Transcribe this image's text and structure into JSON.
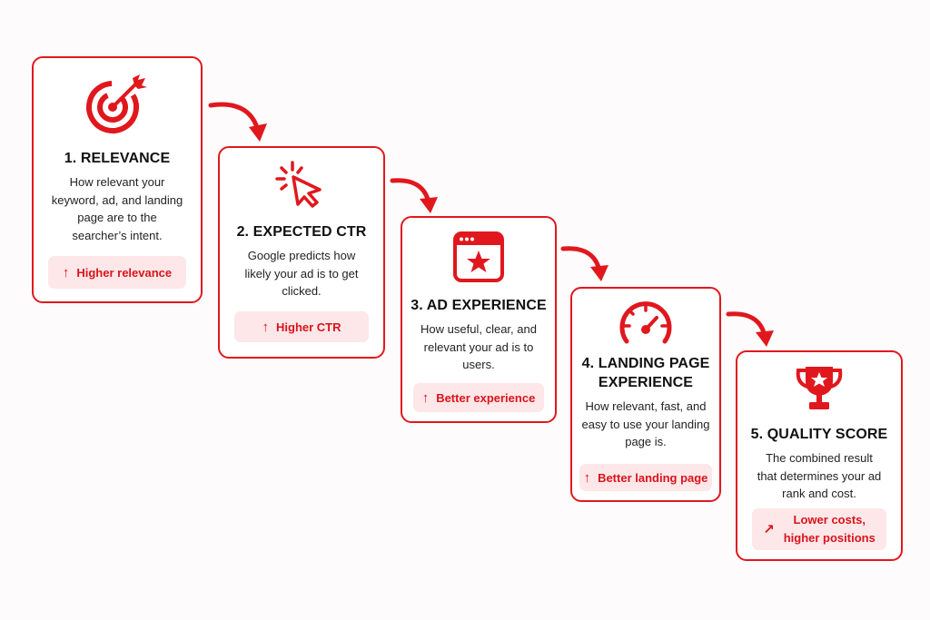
{
  "accent_color": "#e0181e",
  "badge_bg": "#fde7e8",
  "steps": [
    {
      "icon": "target-icon",
      "title": "1. RELEVANCE",
      "description": "How relevant your keyword, ad, and landing page are to the searcher’s intent.",
      "badge_icon": "arrow-up-icon",
      "badge": "Higher relevance"
    },
    {
      "icon": "cursor-click-icon",
      "title": "2. EXPECTED CTR",
      "description": "Google predicts how likely your ad is to get clicked.",
      "badge_icon": "arrow-up-icon",
      "badge": "Higher CTR"
    },
    {
      "icon": "browser-star-icon",
      "title": "3. AD EXPERIENCE",
      "description": "How useful, clear, and relevant your ad is to users.",
      "badge_icon": "arrow-up-icon",
      "badge": "Better experience"
    },
    {
      "icon": "speedometer-icon",
      "title": "4. LANDING PAGE EXPERIENCE",
      "description": "How relevant, fast, and easy to use your landing page is.",
      "badge_icon": "arrow-up-icon",
      "badge": "Better landing page"
    },
    {
      "icon": "trophy-icon",
      "title": "5. QUALITY SCORE",
      "description": "The combined result that determines your ad rank and cost.",
      "badge_icon": "arrow-up-right-icon",
      "badge_line1": "Lower costs,",
      "badge_line2": "higher positions"
    }
  ]
}
